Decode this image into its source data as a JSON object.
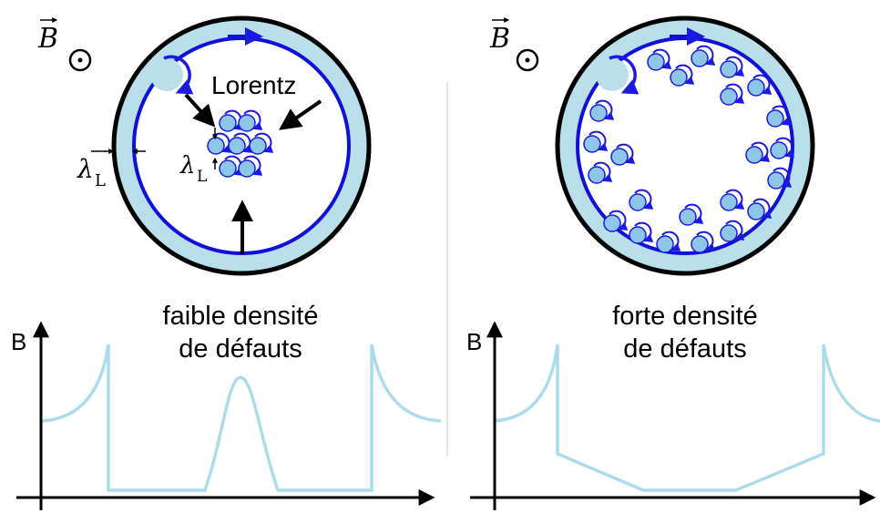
{
  "left_panel": {
    "field_symbol": "B",
    "lorentz_label": "Lorentz",
    "lambda_symbol": "λ",
    "lambda_subscript": "L",
    "caption_line1": "faible densité",
    "caption_line2": "de défauts",
    "axis_label": "B"
  },
  "right_panel": {
    "field_symbol": "B",
    "caption_line1": "forte densité",
    "caption_line2": "de défauts",
    "axis_label": "B"
  },
  "colors": {
    "ring_fill": "#b8dfea",
    "ring_outline": "#000000",
    "current_line": "#1010d8",
    "vortex_fill": "#8ec6ea",
    "vortex_arrow": "#1a1ae0",
    "profile_curve": "#acdcea",
    "axis": "#000000"
  }
}
